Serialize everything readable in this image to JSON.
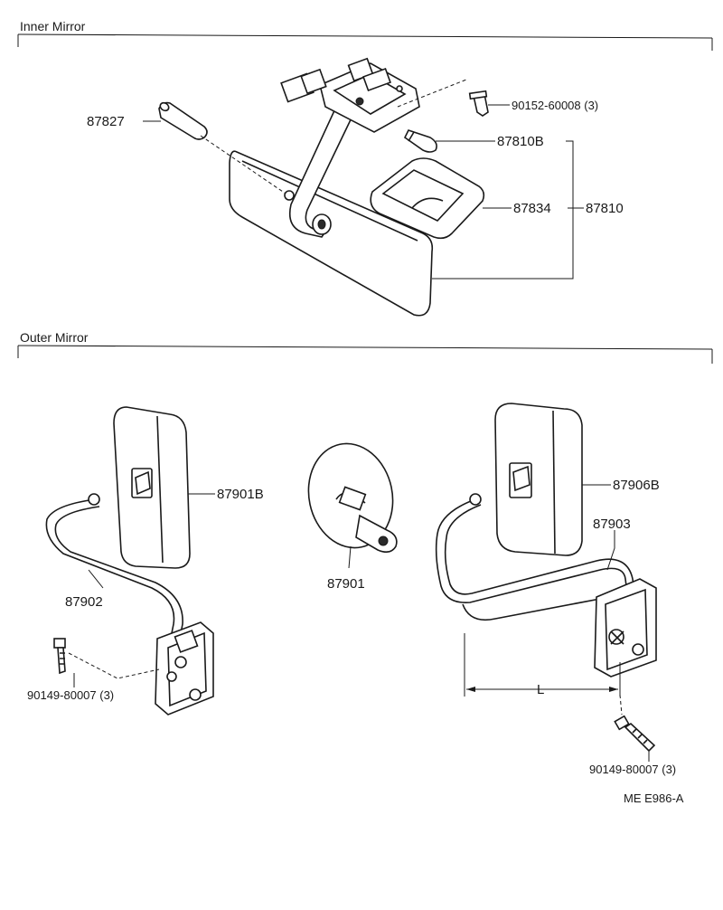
{
  "sections": {
    "inner": "Inner Mirror",
    "outer": "Outer Mirror"
  },
  "parts": {
    "p87827": "87827",
    "p9015260008": "90152-60008 (3)",
    "p87810b": "87810B",
    "p87834": "87834",
    "p87810": "87810",
    "p87901b": "87901B",
    "p87902": "87902",
    "p9014980007_left": "90149-80007 (3)",
    "p87901": "87901",
    "p87906b": "87906B",
    "p87903": "87903",
    "dim_l": "L",
    "p9014980007_right": "90149-80007 (3)"
  },
  "drawing_code": "ME E986-A"
}
